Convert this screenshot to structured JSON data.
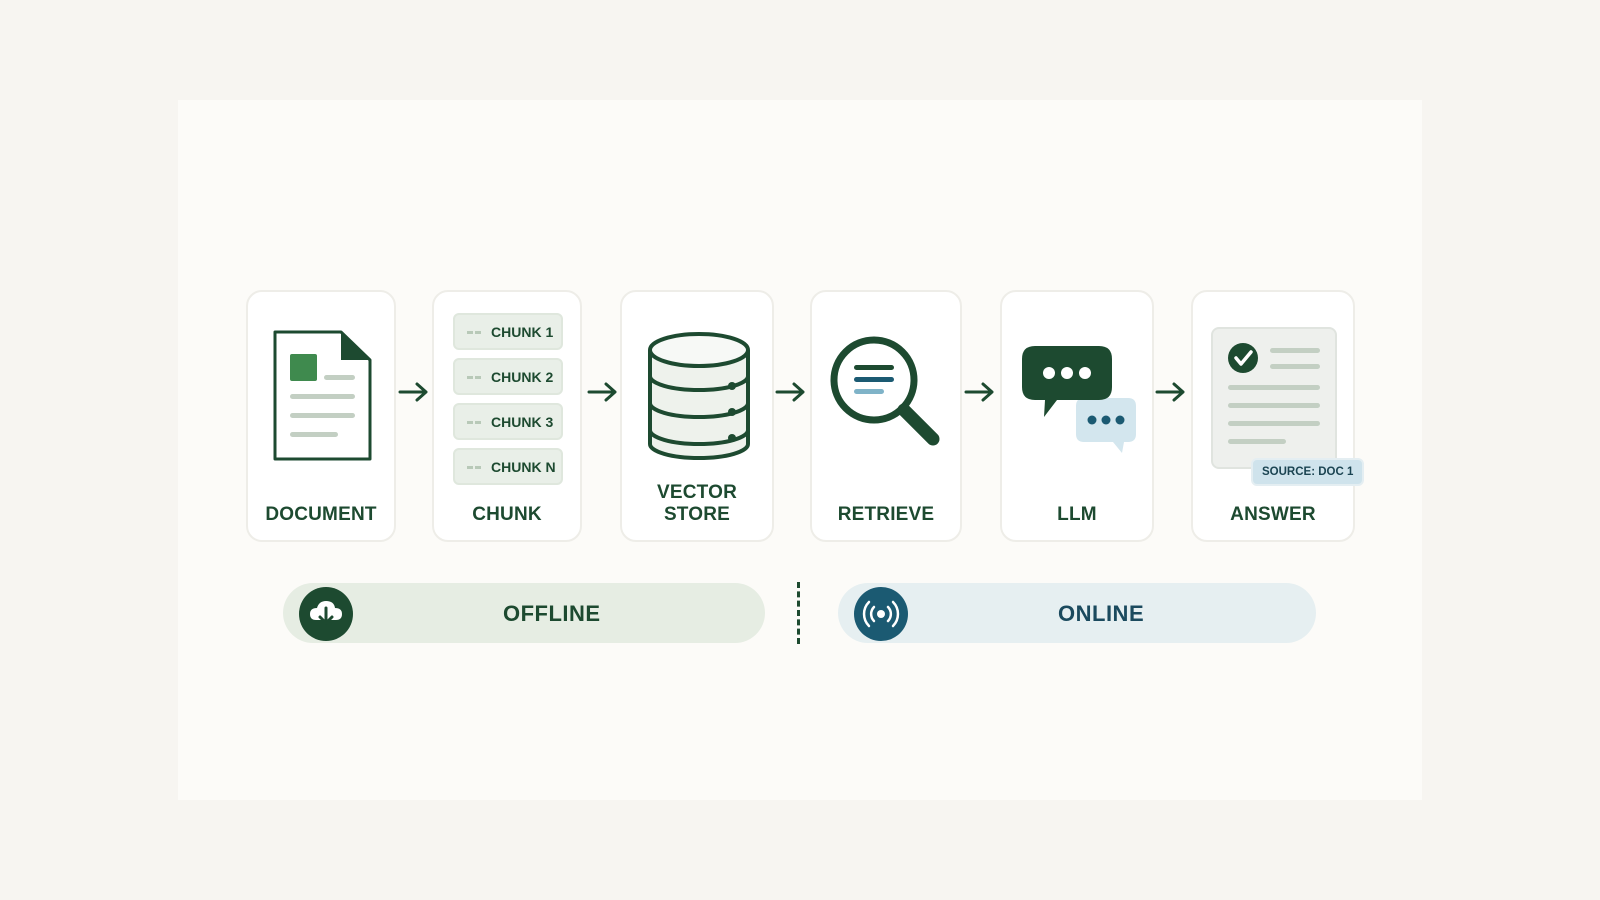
{
  "stages": [
    {
      "id": "document",
      "label": "DOCUMENT",
      "icon": "document-icon"
    },
    {
      "id": "chunk",
      "label": "CHUNK",
      "icon": "chunk-list-icon",
      "chunks": [
        "CHUNK 1",
        "CHUNK 2",
        "CHUNK 3",
        "CHUNK N"
      ]
    },
    {
      "id": "vector-store",
      "label": "VECTOR STORE",
      "icon": "database-icon"
    },
    {
      "id": "retrieve",
      "label": "RETRIEVE",
      "icon": "magnifier-icon"
    },
    {
      "id": "llm",
      "label": "LLM",
      "icon": "chat-bubbles-icon"
    },
    {
      "id": "answer",
      "label": "ANSWER",
      "icon": "checked-document-icon",
      "source_badge": "SOURCE: DOC 1"
    }
  ],
  "phases": {
    "offline": {
      "label": "OFFLINE",
      "icon": "cloud-download-icon"
    },
    "online": {
      "label": "ONLINE",
      "icon": "broadcast-icon"
    }
  },
  "colors": {
    "primary_green": "#1d4a30",
    "accent_green": "#3f8a4e",
    "light_green": "#e6ede3",
    "teal": "#1b5a72",
    "light_teal": "#e6eff1",
    "light_blue_bubble": "#d3e6ee"
  }
}
